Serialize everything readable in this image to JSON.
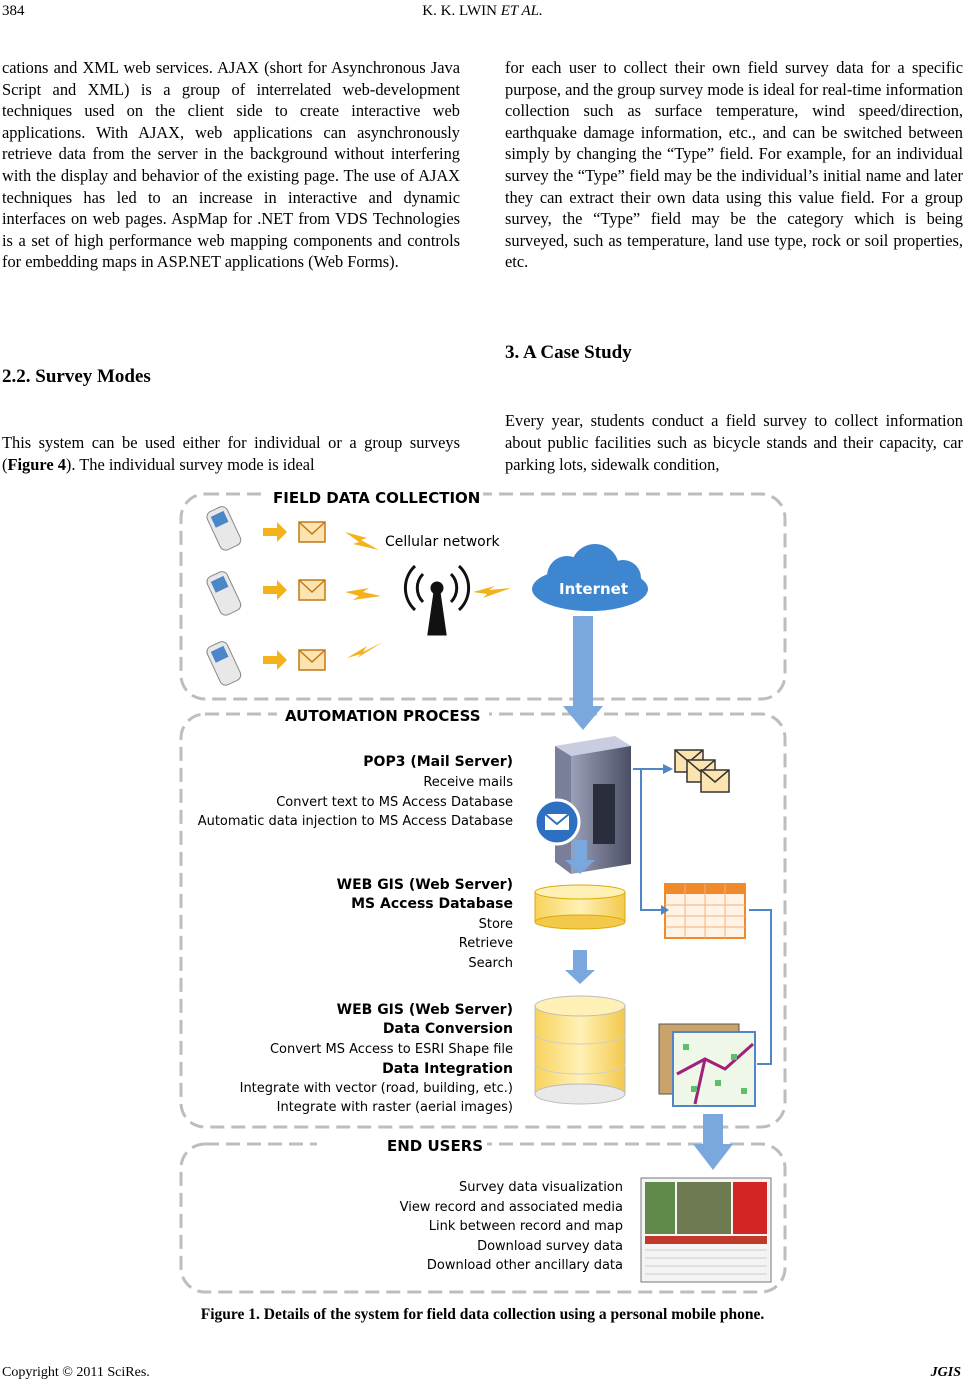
{
  "header": {
    "page_number": "384",
    "authors": "K. K. LWIN ",
    "authors_et": "ET AL."
  },
  "left_col": {
    "para1": "cations and XML web services. AJAX (short for Asynchronous Java Script and XML) is a group of interrelated web-development techniques used on the client side to create interactive web applications. With AJAX, web applications can asynchronously retrieve data from the server in the background without interfering with the display and behavior of the existing page. The use of AJAX techniques has led to an increase in interactive and dynamic interfaces on web pages. AspMap for .NET from VDS Technologies is a set of high performance web mapping components and controls for embedding maps in ASP.NET applications (Web Forms).",
    "section_title": "2.2. Survey Modes",
    "para2_a": "This system can be used either for individual or a group surveys (",
    "para2_ref": "Figure 4",
    "para2_b": "). The individual survey mode is ideal"
  },
  "right_col": {
    "para1": "for each user to collect their own field survey data for a specific purpose, and the group survey mode is ideal for real-time information collection such as surface temperature, wind speed/direction, earthquake damage information, etc., and can be switched between simply by changing the “Type” field. For example, for an individual survey the “Type” field may be the individual’s initial name and later they can extract their own data using this value field. For a group survey, the “Type” field may be the category which is being surveyed, such as temperature, land use type, rock or soil properties, etc.",
    "section_title": "3. A Case Study",
    "para2": "Every year, students conduct a field survey to collect information about public facilities such as bicycle stands and their capacity, car parking lots, sidewalk condition,"
  },
  "figure": {
    "section1_title": "FIELD DATA COLLECTION",
    "cellular_label": "Cellular network",
    "internet_label": "Internet",
    "section2_title": "AUTOMATION PROCESS",
    "pop3": [
      "POP3 (Mail Server)",
      "Receive mails",
      "Convert text to MS Access Database",
      "Automatic data injection to MS Access Database"
    ],
    "webgis1": [
      "WEB GIS (Web Server)",
      "MS Access Database",
      "Store",
      "Retrieve",
      "Search"
    ],
    "webgis2": [
      "WEB GIS (Web Server)",
      "Data Conversion",
      "Convert  MS Access to ESRI Shape file",
      "Data Integration",
      "Integrate with vector (road, building, etc.)",
      "Integrate with raster (aerial images)"
    ],
    "section3_title": "END USERS",
    "end_users": [
      "Survey data visualization",
      "View record and associated media",
      "Link between record and map",
      "Download survey data",
      "Download other ancillary data"
    ],
    "caption": "Figure 1. Details of the system for field data collection using a personal mobile phone."
  },
  "footer": {
    "copyright": "Copyright © 2011 SciRes.",
    "journal": "JGIS"
  },
  "colors": {
    "dash": "#bdbdbd",
    "arrow_yellow": "#f3b21a",
    "arrow_blue": "#7aa7dd",
    "line_blue": "#4f86c6",
    "db_yellow": "#fbe08a"
  },
  "icons": [
    "mobile-phone-icon",
    "mail-envelope-icon",
    "lightning-icon",
    "antenna-icon",
    "cloud-icon",
    "server-icon",
    "database-icon",
    "table-icon",
    "map-icon",
    "monitor-icon"
  ]
}
